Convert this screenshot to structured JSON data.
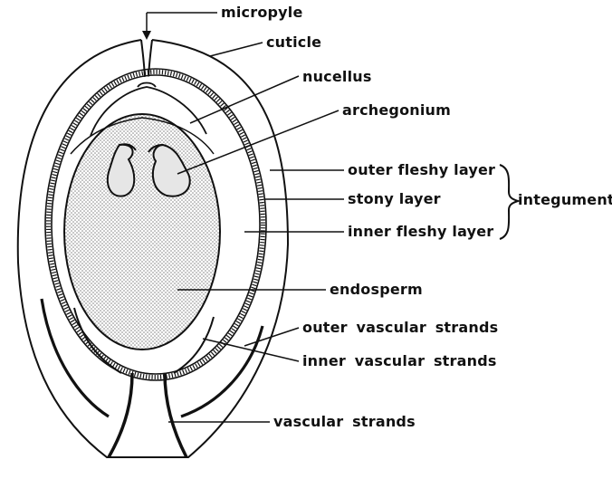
{
  "colors": {
    "ink": "#111111",
    "paper": "#ffffff",
    "endosperm_stipple": "#8a8a8a",
    "archegonium_fill": "#e4e4e4"
  },
  "labels": {
    "micropyle": "micropyle",
    "cuticle": "cuticle",
    "nucellus": "nucellus",
    "archegonium": "archegonium",
    "outer_fleshy_layer": "outer fleshy layer",
    "stony_layer": "stony layer",
    "inner_fleshy_layer": "inner fleshy layer",
    "integument": "integument",
    "endosperm": "endosperm",
    "outer_vascular_strands": "outer vascular strands",
    "inner_vascular_strands": "inner vascular strands",
    "vascular_strands": "vascular strands"
  }
}
